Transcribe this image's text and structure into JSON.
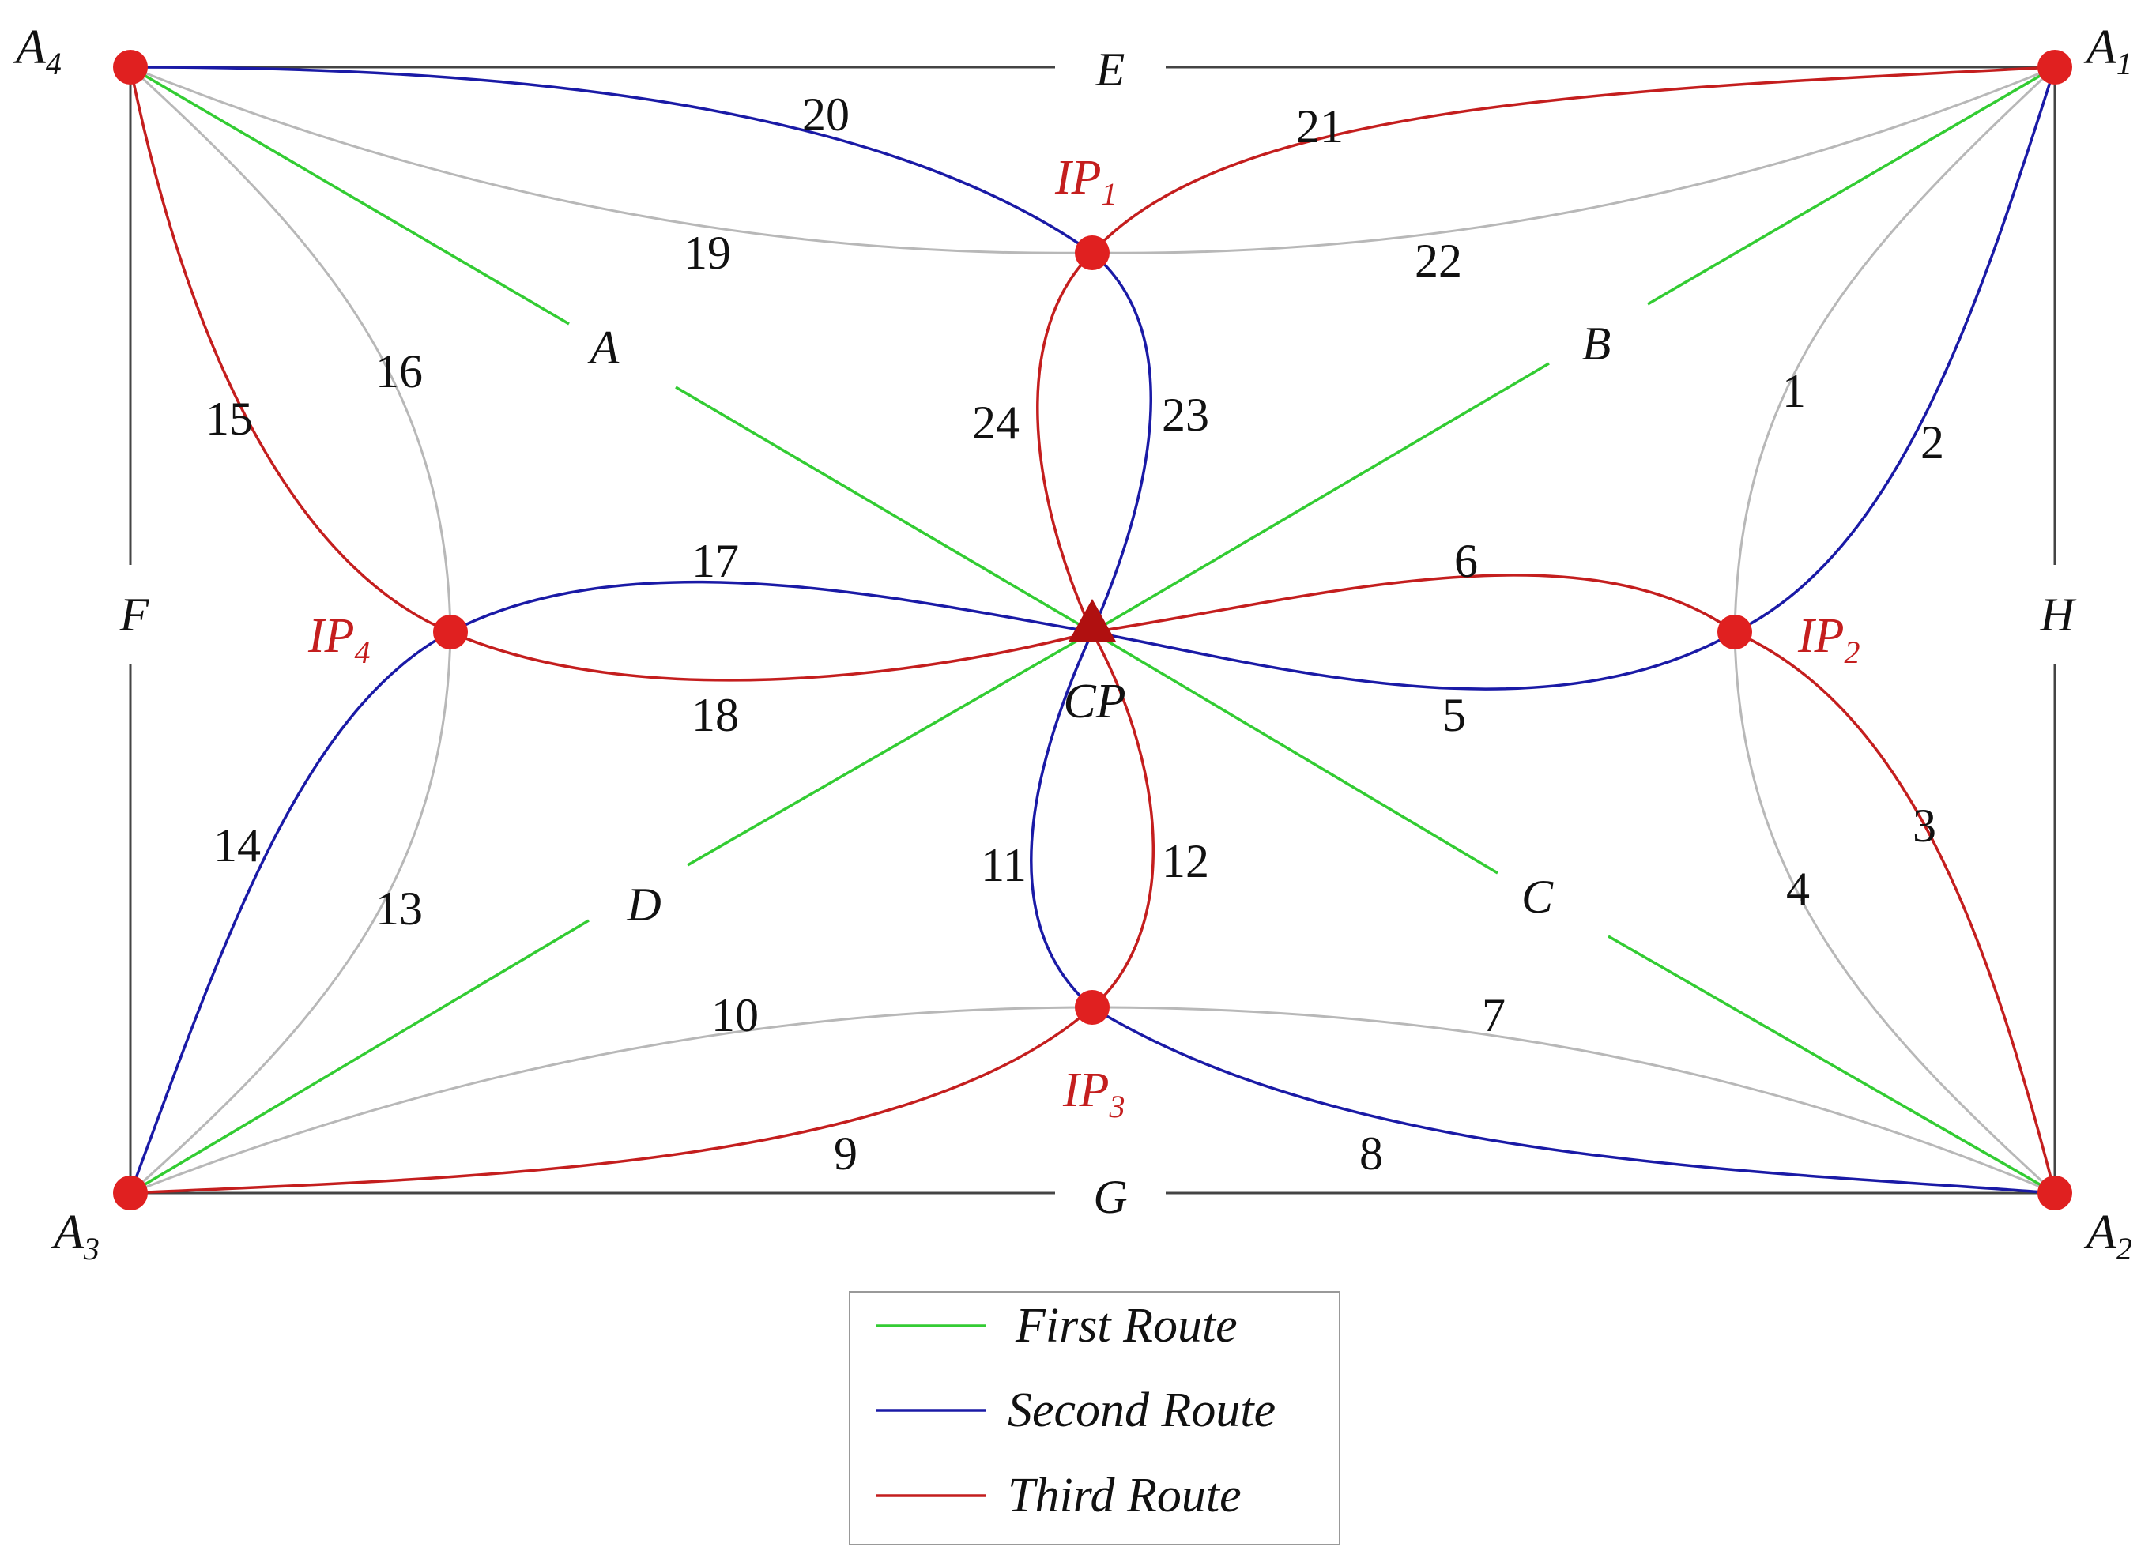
{
  "colors": {
    "first": "#33cc33",
    "second": "#1a1aa6",
    "third": "#c41e1e",
    "frame": "#444444",
    "gray": "#b8b8b8",
    "node": "#e02020",
    "text": "#111111",
    "ip_text": "#c41e1e",
    "cp_marker": "#b01010"
  },
  "nodes": {
    "A1": {
      "base": "A",
      "sub": "1"
    },
    "A2": {
      "base": "A",
      "sub": "2"
    },
    "A3": {
      "base": "A",
      "sub": "3"
    },
    "A4": {
      "base": "A",
      "sub": "4"
    },
    "IP1": {
      "base": "IP",
      "sub": "1"
    },
    "IP2": {
      "base": "IP",
      "sub": "2"
    },
    "IP3": {
      "base": "IP",
      "sub": "3"
    },
    "IP4": {
      "base": "IP",
      "sub": "4"
    },
    "CP": "CP"
  },
  "side_labels": {
    "E": "E",
    "F": "F",
    "G": "G",
    "H": "H"
  },
  "inner_labels": {
    "A": "A",
    "B": "B",
    "C": "C",
    "D": "D"
  },
  "path_numbers": [
    "1",
    "2",
    "3",
    "4",
    "5",
    "6",
    "7",
    "8",
    "9",
    "10",
    "11",
    "12",
    "13",
    "14",
    "15",
    "16",
    "17",
    "18",
    "19",
    "20",
    "21",
    "22",
    "23",
    "24"
  ],
  "legend": {
    "first": "First Route",
    "second": "Second Route",
    "third": "Third Route"
  }
}
